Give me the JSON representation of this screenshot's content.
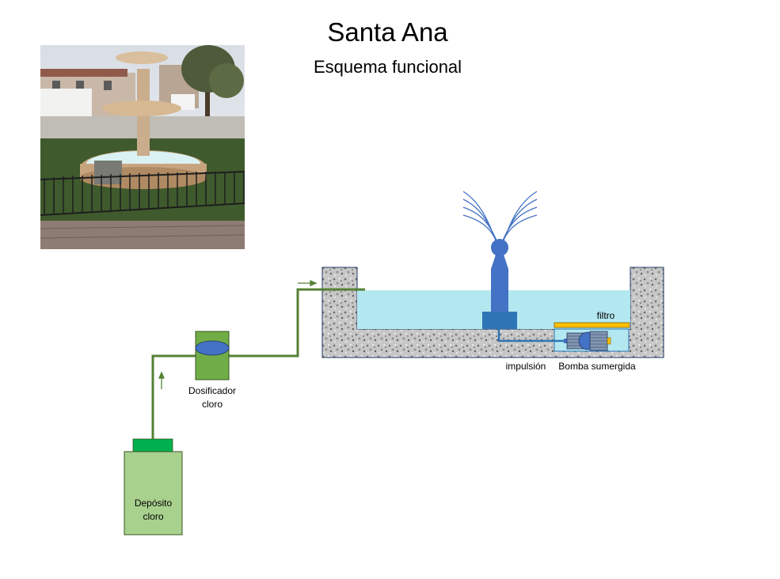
{
  "header": {
    "title": "Santa Ana",
    "subtitle": "Esquema funcional"
  },
  "photo": {
    "icon": "fountain-photo-icon"
  },
  "labels": {
    "dosificador_line1": "Dosificador",
    "dosificador_line2": "cloro",
    "deposito_line1": "Depósito",
    "deposito_line2": "cloro",
    "filtro": "filtro",
    "impulsion": "impulsión",
    "bomba": "Bomba sumergida"
  },
  "colors": {
    "pipe_green": "#548235",
    "tank_green": "#a9d18e",
    "cap_green": "#00b050",
    "doser_green": "#70ad47",
    "water": "#b4e8f0",
    "nozzle_blue": "#4472c4",
    "base_blue": "#2e75b6",
    "filter_yellow": "#ffc000"
  }
}
